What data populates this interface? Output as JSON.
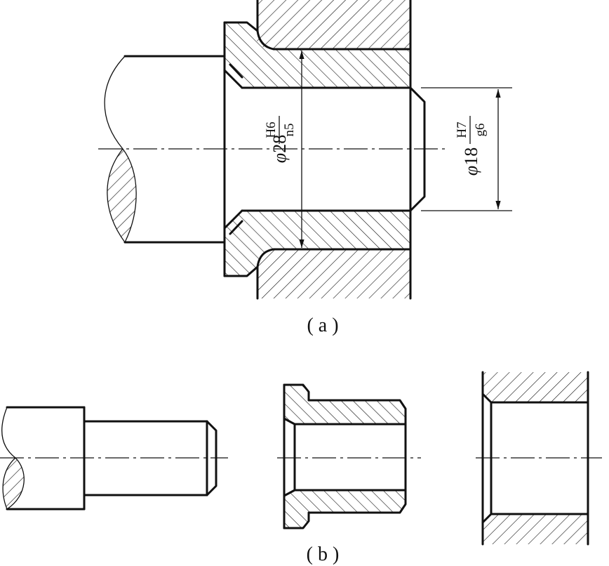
{
  "captions": {
    "a": "( a )",
    "b": "( b )"
  },
  "dimensions": {
    "bore": {
      "symbol": "φ",
      "nominal": "28",
      "hole": "H6",
      "shaft": "n5"
    },
    "pin": {
      "symbol": "φ",
      "nominal": "18",
      "hole": "H7",
      "shaft": "g6"
    }
  }
}
